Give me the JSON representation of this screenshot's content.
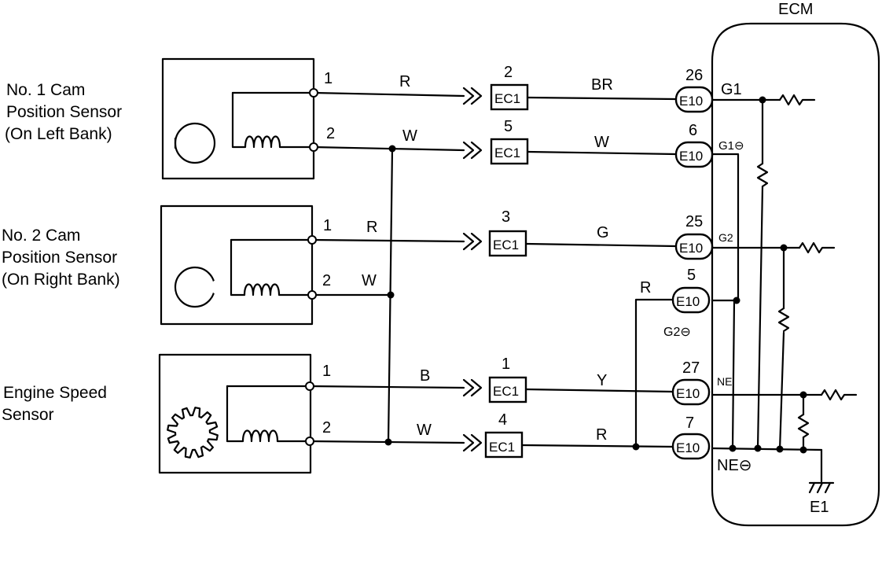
{
  "sensors": {
    "cam1": {
      "line1": "No. 1 Cam",
      "line2": "Position Sensor",
      "line3": "(On Left Bank)"
    },
    "cam2": {
      "line1": "No. 2 Cam",
      "line2": "Position Sensor",
      "line3": "(On Right Bank)"
    },
    "ne": {
      "line1": "Engine Speed",
      "line2": "Sensor"
    }
  },
  "ecm": {
    "title": "ECM",
    "ground_label": "E1"
  },
  "circuits": [
    {
      "pin": "1",
      "wire_left": "R",
      "ec1_pin": "2",
      "connector_left": "EC1",
      "wire_right": "BR",
      "e10_pin": "26",
      "connector_right": "E10",
      "ecm_signal": "G1"
    },
    {
      "pin": "2",
      "wire_left": "W",
      "ec1_pin": "5",
      "connector_left": "EC1",
      "wire_right": "W",
      "e10_pin": "6",
      "connector_right": "E10",
      "ecm_signal": "G1⊖"
    },
    {
      "pin": "1",
      "wire_left": "R",
      "ec1_pin": "3",
      "connector_left": "EC1",
      "wire_right": "G",
      "e10_pin": "25",
      "connector_right": "E10",
      "ecm_signal": "G2"
    },
    {
      "pin": "2",
      "wire_left": "W"
    },
    {
      "e10_pin": "5",
      "connector_right": "E10",
      "wire_right": "R",
      "ecm_signal": "G2⊖"
    },
    {
      "pin": "1",
      "wire_left": "B",
      "ec1_pin": "1",
      "connector_left": "EC1",
      "wire_right": "Y",
      "e10_pin": "27",
      "connector_right": "E10",
      "ecm_signal": "NE"
    },
    {
      "pin": "2",
      "wire_left": "W",
      "ec1_pin": "4",
      "connector_left": "EC1",
      "wire_right": "R",
      "e10_pin": "7",
      "connector_right": "E10",
      "ecm_signal": "NE⊖"
    }
  ]
}
